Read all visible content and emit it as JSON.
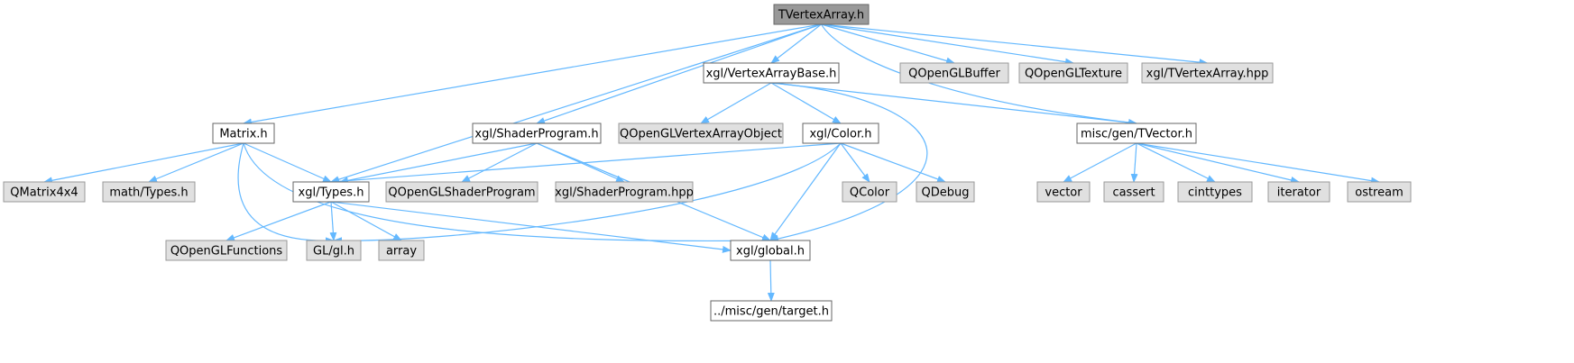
{
  "graph": {
    "colors": {
      "edge": "#63b8ff",
      "root_fill": "#999999",
      "root_stroke": "#666666",
      "documented_fill": "#ffffff",
      "documented_stroke": "#666666",
      "external_fill": "#e0e0e0",
      "external_stroke": "#999999"
    },
    "nodes": {
      "tvertexarray_h": {
        "label": "TVertexArray.h",
        "kind": "root"
      },
      "vertexarraybase_h": {
        "label": "xgl/VertexArrayBase.h",
        "kind": "documented"
      },
      "qopenglbuffer": {
        "label": "QOpenGLBuffer",
        "kind": "external"
      },
      "qopengltexture": {
        "label": "QOpenGLTexture",
        "kind": "external"
      },
      "tvertexarray_hpp": {
        "label": "xgl/TVertexArray.hpp",
        "kind": "external"
      },
      "matrix_h": {
        "label": "Matrix.h",
        "kind": "documented"
      },
      "shaderprogram_h": {
        "label": "xgl/ShaderProgram.h",
        "kind": "documented"
      },
      "qopenglvertexarrayobject": {
        "label": "QOpenGLVertexArrayObject",
        "kind": "external"
      },
      "color_h": {
        "label": "xgl/Color.h",
        "kind": "documented"
      },
      "tvector_h": {
        "label": "misc/gen/TVector.h",
        "kind": "documented"
      },
      "qmatrix4x4": {
        "label": "QMatrix4x4",
        "kind": "external"
      },
      "math_types_h": {
        "label": "math/Types.h",
        "kind": "external"
      },
      "types_h": {
        "label": "xgl/Types.h",
        "kind": "documented"
      },
      "qopenglshaderprogram": {
        "label": "QOpenGLShaderProgram",
        "kind": "external"
      },
      "shaderprogram_hpp": {
        "label": "xgl/ShaderProgram.hpp",
        "kind": "external"
      },
      "qcolor": {
        "label": "QColor",
        "kind": "external"
      },
      "qdebug": {
        "label": "QDebug",
        "kind": "external"
      },
      "vector": {
        "label": "vector",
        "kind": "external"
      },
      "cassert": {
        "label": "cassert",
        "kind": "external"
      },
      "cinttypes": {
        "label": "cinttypes",
        "kind": "external"
      },
      "iterator": {
        "label": "iterator",
        "kind": "external"
      },
      "ostream": {
        "label": "ostream",
        "kind": "external"
      },
      "qopenglfunctions": {
        "label": "QOpenGLFunctions",
        "kind": "external"
      },
      "gl_h": {
        "label": "GL/gl.h",
        "kind": "external"
      },
      "array": {
        "label": "array",
        "kind": "external"
      },
      "global_h": {
        "label": "xgl/global.h",
        "kind": "documented"
      },
      "target_h": {
        "label": "../misc/gen/target.h",
        "kind": "documented"
      }
    },
    "edges": [
      [
        "tvertexarray_h",
        "vertexarraybase_h"
      ],
      [
        "tvertexarray_h",
        "qopenglbuffer"
      ],
      [
        "tvertexarray_h",
        "qopengltexture"
      ],
      [
        "tvertexarray_h",
        "tvertexarray_hpp"
      ],
      [
        "tvertexarray_h",
        "matrix_h"
      ],
      [
        "tvertexarray_h",
        "types_h"
      ],
      [
        "tvertexarray_h",
        "shaderprogram_h"
      ],
      [
        "tvertexarray_h",
        "tvector_h"
      ],
      [
        "vertexarraybase_h",
        "qopenglvertexarrayobject"
      ],
      [
        "vertexarraybase_h",
        "color_h"
      ],
      [
        "vertexarraybase_h",
        "tvector_h"
      ],
      [
        "vertexarraybase_h",
        "global_h"
      ],
      [
        "matrix_h",
        "qmatrix4x4"
      ],
      [
        "matrix_h",
        "math_types_h"
      ],
      [
        "matrix_h",
        "types_h"
      ],
      [
        "matrix_h",
        "gl_h"
      ],
      [
        "matrix_h",
        "global_h"
      ],
      [
        "shaderprogram_h",
        "types_h"
      ],
      [
        "shaderprogram_h",
        "qopenglshaderprogram"
      ],
      [
        "shaderprogram_h",
        "shaderprogram_hpp"
      ],
      [
        "shaderprogram_h",
        "global_h"
      ],
      [
        "color_h",
        "types_h"
      ],
      [
        "color_h",
        "qcolor"
      ],
      [
        "color_h",
        "qdebug"
      ],
      [
        "color_h",
        "global_h"
      ],
      [
        "color_h",
        "gl_h"
      ],
      [
        "tvector_h",
        "vector"
      ],
      [
        "tvector_h",
        "cassert"
      ],
      [
        "tvector_h",
        "cinttypes"
      ],
      [
        "tvector_h",
        "iterator"
      ],
      [
        "tvector_h",
        "ostream"
      ],
      [
        "types_h",
        "qopenglfunctions"
      ],
      [
        "types_h",
        "gl_h"
      ],
      [
        "types_h",
        "array"
      ],
      [
        "types_h",
        "global_h"
      ],
      [
        "global_h",
        "target_h"
      ]
    ]
  }
}
